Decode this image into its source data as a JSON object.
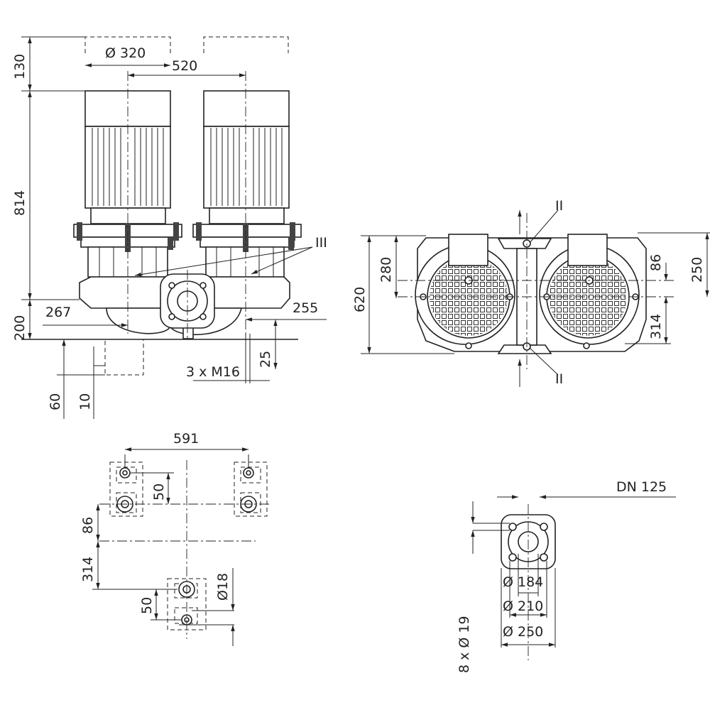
{
  "labels": {
    "motor_diameter": "Ø 320",
    "axis_distance": "520",
    "height_top": "130",
    "height_motor": "814",
    "height_base": "200",
    "offset_left": "267",
    "offset_right": "255",
    "thread": "3 x M16",
    "depth_thread": "25",
    "foot_60": "60",
    "foot_10": "10",
    "ref_iii": "III",
    "width_620": "620",
    "dim_280": "280",
    "dim_86_top": "86",
    "dim_250": "250",
    "dim_314_top": "314",
    "ref_ii_top": "II",
    "ref_ii_bottom": "II",
    "base_width": "591",
    "base_50_top": "50",
    "base_86": "86",
    "base_314": "314",
    "base_50_bottom": "50",
    "base_d18": "Ø18",
    "flange_dn": "DN 125",
    "flange_d184": "Ø 184",
    "flange_d210": "Ø 210",
    "flange_d250": "Ø 250",
    "flange_bolts": "8 x Ø 19"
  }
}
